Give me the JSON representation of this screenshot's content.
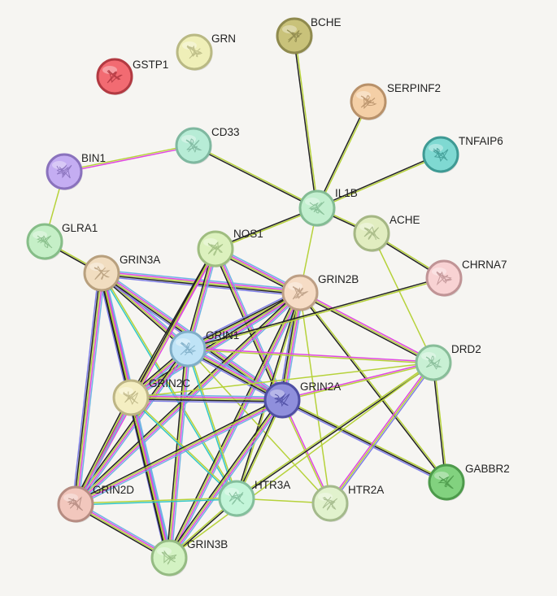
{
  "network": {
    "nodes": [
      {
        "id": "BCHE",
        "label": "BCHE",
        "color": "#c9c27a",
        "stroke": "#8f8a4e"
      },
      {
        "id": "GRN",
        "label": "GRN",
        "color": "#efefb8",
        "stroke": "#b9b984"
      },
      {
        "id": "GSTP1",
        "label": "GSTP1",
        "color": "#f26b72",
        "stroke": "#b23a42"
      },
      {
        "id": "SERPINF2",
        "label": "SERPINF2",
        "color": "#f4cfa6",
        "stroke": "#b8916a"
      },
      {
        "id": "CD33",
        "label": "CD33",
        "color": "#b7ecd6",
        "stroke": "#7fb8a0"
      },
      {
        "id": "TNFAIP6",
        "label": "TNFAIP6",
        "color": "#7fd9d2",
        "stroke": "#3f9a94"
      },
      {
        "id": "BIN1",
        "label": "BIN1",
        "color": "#c4adf2",
        "stroke": "#8a72bd"
      },
      {
        "id": "IL1B",
        "label": "IL1B",
        "color": "#c2efcf",
        "stroke": "#84bc94"
      },
      {
        "id": "GLRA1",
        "label": "GLRA1",
        "color": "#c5efc7",
        "stroke": "#86bd88"
      },
      {
        "id": "ACHE",
        "label": "ACHE",
        "color": "#e1edc0",
        "stroke": "#a5b784"
      },
      {
        "id": "NOS1",
        "label": "NOS1",
        "color": "#dcf1be",
        "stroke": "#9fbd80"
      },
      {
        "id": "GRIN3A",
        "label": "GRIN3A",
        "color": "#f1ddc0",
        "stroke": "#b8a07e"
      },
      {
        "id": "CHRNA7",
        "label": "CHRNA7",
        "color": "#f8d2d3",
        "stroke": "#c09496"
      },
      {
        "id": "GRIN2B",
        "label": "GRIN2B",
        "color": "#f6dcc5",
        "stroke": "#bd9f85"
      },
      {
        "id": "GRIN1",
        "label": "GRIN1",
        "color": "#bfe3f6",
        "stroke": "#80aec8"
      },
      {
        "id": "DRD2",
        "label": "DRD2",
        "color": "#c8f0d4",
        "stroke": "#88bd99"
      },
      {
        "id": "GRIN2C",
        "label": "GRIN2C",
        "color": "#f4eec2",
        "stroke": "#bdb585"
      },
      {
        "id": "GRIN2A",
        "label": "GRIN2A",
        "color": "#8f8fdc",
        "stroke": "#4f4fa4"
      },
      {
        "id": "GABBR2",
        "label": "GABBR2",
        "color": "#82d27f",
        "stroke": "#4d9a4b"
      },
      {
        "id": "GRIN2D",
        "label": "GRIN2D",
        "color": "#f2c7bd",
        "stroke": "#b68c82"
      },
      {
        "id": "HTR3A",
        "label": "HTR3A",
        "color": "#c3f5d9",
        "stroke": "#84bf9c"
      },
      {
        "id": "HTR2A",
        "label": "HTR2A",
        "color": "#e1f2cd",
        "stroke": "#a4ba8c"
      },
      {
        "id": "GRIN3B",
        "label": "GRIN3B",
        "color": "#d3f2c3",
        "stroke": "#95bb83"
      }
    ],
    "edge_colors": {
      "db": "#6fb3e4",
      "exp": "#e048e0",
      "tm": "#b6d23a",
      "coex": "#222222",
      "hom": "#7f7fe6",
      "nb": "#33c7c7"
    },
    "edges": [
      {
        "source": "BCHE",
        "target": "IL1B",
        "types": [
          "tm",
          "coex"
        ]
      },
      {
        "source": "SERPINF2",
        "target": "IL1B",
        "types": [
          "tm",
          "coex"
        ]
      },
      {
        "source": "TNFAIP6",
        "target": "IL1B",
        "types": [
          "tm",
          "coex"
        ]
      },
      {
        "source": "CD33",
        "target": "IL1B",
        "types": [
          "tm",
          "coex"
        ]
      },
      {
        "source": "BIN1",
        "target": "CD33",
        "types": [
          "tm",
          "exp"
        ]
      },
      {
        "source": "BIN1",
        "target": "GLRA1",
        "types": [
          "tm"
        ]
      },
      {
        "source": "GLRA1",
        "target": "GRIN3A",
        "types": [
          "tm",
          "coex"
        ]
      },
      {
        "source": "IL1B",
        "target": "ACHE",
        "types": [
          "tm",
          "coex"
        ]
      },
      {
        "source": "IL1B",
        "target": "NOS1",
        "types": [
          "tm",
          "coex"
        ]
      },
      {
        "source": "IL1B",
        "target": "GRIN2B",
        "types": [
          "tm"
        ]
      },
      {
        "source": "ACHE",
        "target": "CHRNA7",
        "types": [
          "tm",
          "coex"
        ]
      },
      {
        "source": "ACHE",
        "target": "DRD2",
        "types": [
          "tm"
        ]
      },
      {
        "source": "DRD2",
        "target": "GABBR2",
        "types": [
          "tm",
          "coex"
        ]
      },
      {
        "source": "GRIN3A",
        "target": "GRIN2B",
        "types": [
          "db",
          "exp",
          "tm",
          "coex",
          "hom"
        ]
      },
      {
        "source": "GRIN3A",
        "target": "GRIN1",
        "types": [
          "db",
          "exp",
          "tm",
          "coex"
        ]
      },
      {
        "source": "GRIN3A",
        "target": "GRIN2A",
        "types": [
          "db",
          "exp",
          "tm",
          "coex",
          "hom"
        ]
      },
      {
        "source": "GRIN3A",
        "target": "GRIN2C",
        "types": [
          "db",
          "exp",
          "tm",
          "coex"
        ]
      },
      {
        "source": "GRIN3A",
        "target": "GRIN2D",
        "types": [
          "db",
          "exp",
          "tm",
          "coex",
          "hom"
        ]
      },
      {
        "source": "GRIN3A",
        "target": "GRIN3B",
        "types": [
          "db",
          "exp",
          "tm",
          "coex",
          "hom"
        ]
      },
      {
        "source": "GRIN3A",
        "target": "HTR3A",
        "types": [
          "tm",
          "nb"
        ]
      },
      {
        "source": "NOS1",
        "target": "GRIN2B",
        "types": [
          "db",
          "exp",
          "tm",
          "coex"
        ]
      },
      {
        "source": "NOS1",
        "target": "GRIN1",
        "types": [
          "db",
          "exp",
          "tm",
          "coex"
        ]
      },
      {
        "source": "NOS1",
        "target": "GRIN2A",
        "types": [
          "db",
          "exp",
          "tm",
          "coex"
        ]
      },
      {
        "source": "NOS1",
        "target": "GRIN2C",
        "types": [
          "exp",
          "tm",
          "coex"
        ]
      },
      {
        "source": "NOS1",
        "target": "GRIN2D",
        "types": [
          "exp",
          "tm",
          "coex"
        ]
      },
      {
        "source": "GRIN2B",
        "target": "GRIN1",
        "types": [
          "db",
          "exp",
          "tm",
          "coex",
          "hom"
        ]
      },
      {
        "source": "GRIN2B",
        "target": "GRIN2A",
        "types": [
          "db",
          "exp",
          "tm",
          "coex",
          "hom"
        ]
      },
      {
        "source": "GRIN2B",
        "target": "GRIN2C",
        "types": [
          "db",
          "exp",
          "tm",
          "coex"
        ]
      },
      {
        "source": "GRIN2B",
        "target": "GRIN2D",
        "types": [
          "db",
          "exp",
          "tm",
          "coex"
        ]
      },
      {
        "source": "GRIN2B",
        "target": "GRIN3B",
        "types": [
          "db",
          "exp",
          "tm",
          "coex"
        ]
      },
      {
        "source": "GRIN2B",
        "target": "DRD2",
        "types": [
          "exp",
          "tm",
          "coex"
        ]
      },
      {
        "source": "GRIN2B",
        "target": "GABBR2",
        "types": [
          "tm",
          "coex"
        ]
      },
      {
        "source": "GRIN2B",
        "target": "HTR2A",
        "types": [
          "tm"
        ]
      },
      {
        "source": "GRIN2B",
        "target": "HTR3A",
        "types": [
          "tm",
          "coex"
        ]
      },
      {
        "source": "CHRNA7",
        "target": "GRIN1",
        "types": [
          "tm",
          "coex"
        ]
      },
      {
        "source": "GRIN1",
        "target": "GRIN2A",
        "types": [
          "db",
          "exp",
          "tm",
          "coex",
          "hom"
        ]
      },
      {
        "source": "GRIN1",
        "target": "GRIN2C",
        "types": [
          "db",
          "exp",
          "tm",
          "coex"
        ]
      },
      {
        "source": "GRIN1",
        "target": "GRIN2D",
        "types": [
          "db",
          "exp",
          "tm",
          "coex"
        ]
      },
      {
        "source": "GRIN1",
        "target": "GRIN3B",
        "types": [
          "db",
          "exp",
          "tm",
          "coex"
        ]
      },
      {
        "source": "GRIN1",
        "target": "DRD2",
        "types": [
          "exp",
          "tm"
        ]
      },
      {
        "source": "GRIN1",
        "target": "HTR3A",
        "types": [
          "tm",
          "nb"
        ]
      },
      {
        "source": "GRIN1",
        "target": "HTR2A",
        "types": [
          "tm"
        ]
      },
      {
        "source": "GRIN2C",
        "target": "GRIN2A",
        "types": [
          "db",
          "exp",
          "tm",
          "coex",
          "hom"
        ]
      },
      {
        "source": "GRIN2C",
        "target": "GRIN2D",
        "types": [
          "db",
          "exp",
          "tm",
          "coex"
        ]
      },
      {
        "source": "GRIN2C",
        "target": "GRIN3B",
        "types": [
          "db",
          "exp",
          "tm",
          "coex"
        ]
      },
      {
        "source": "GRIN2C",
        "target": "HTR3A",
        "types": [
          "tm",
          "nb"
        ]
      },
      {
        "source": "GRIN2C",
        "target": "DRD2",
        "types": [
          "tm"
        ]
      },
      {
        "source": "GRIN2A",
        "target": "GRIN2D",
        "types": [
          "db",
          "exp",
          "tm",
          "coex"
        ]
      },
      {
        "source": "GRIN2A",
        "target": "GRIN3B",
        "types": [
          "db",
          "exp",
          "tm",
          "coex"
        ]
      },
      {
        "source": "GRIN2A",
        "target": "HTR3A",
        "types": [
          "tm",
          "coex"
        ]
      },
      {
        "source": "GRIN2A",
        "target": "HTR2A",
        "types": [
          "exp",
          "tm"
        ]
      },
      {
        "source": "GRIN2A",
        "target": "DRD2",
        "types": [
          "exp",
          "tm"
        ]
      },
      {
        "source": "GRIN2A",
        "target": "GABBR2",
        "types": [
          "tm",
          "coex",
          "hom"
        ]
      },
      {
        "source": "GRIN2D",
        "target": "GRIN3B",
        "types": [
          "db",
          "exp",
          "tm",
          "coex"
        ]
      },
      {
        "source": "GRIN2D",
        "target": "HTR3A",
        "types": [
          "tm",
          "nb"
        ]
      },
      {
        "source": "GRIN3B",
        "target": "HTR3A",
        "types": [
          "tm",
          "coex"
        ]
      },
      {
        "source": "HTR3A",
        "target": "HTR2A",
        "types": [
          "tm"
        ]
      },
      {
        "source": "HTR3A",
        "target": "DRD2",
        "types": [
          "tm",
          "coex"
        ]
      },
      {
        "source": "HTR2A",
        "target": "DRD2",
        "types": [
          "exp",
          "tm",
          "hom"
        ]
      },
      {
        "source": "DRD2",
        "target": "GRIN3B",
        "types": [
          "tm"
        ]
      }
    ]
  }
}
